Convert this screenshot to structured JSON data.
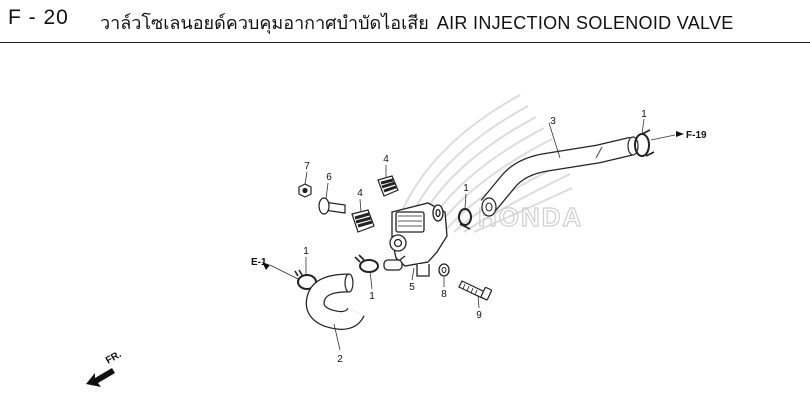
{
  "header": {
    "figure_id": "F - 20",
    "title_thai": "วาล์วโซเลนอยด์ควบคุมอากาศบำบัดไอเสีย",
    "title_en": "AIR INJECTION SOLENOID VALVE"
  },
  "watermark": {
    "text": "HONDA"
  },
  "callouts": {
    "c1_top": "1",
    "c3": "3",
    "c7": "7",
    "c6": "6",
    "c4_top": "4",
    "c4_mid": "4",
    "c1_mid": "1",
    "c1_left": "1",
    "c1_low": "1",
    "c5": "5",
    "c8": "8",
    "c9": "9",
    "c2": "2"
  },
  "refs": {
    "f19": "F-19",
    "e1": "E-1"
  },
  "direction": {
    "label": "FR."
  }
}
